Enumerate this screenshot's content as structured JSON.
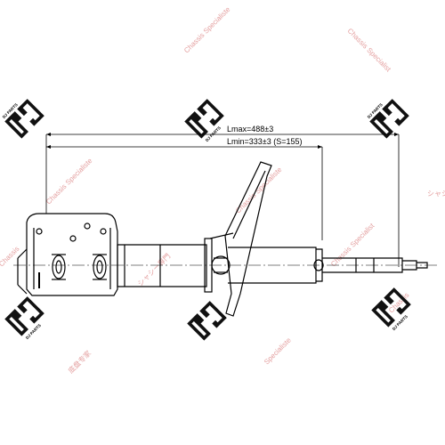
{
  "dimensions": {
    "lmax": "Lmax=488±3",
    "lmin": "Lmin=333±3 (S=155)"
  },
  "logo": {
    "caption": "DJ PARTS"
  },
  "watermarks": {
    "chassis_specialiste": "Chassis Specialiste",
    "chassis": "Chassis",
    "specialiste": "Specialiste",
    "chassis_specialist": "Chassis Specialist",
    "fr_chassis": "Chassis Specialiste",
    "cjk": "シャシー専門",
    "cn": "底盘专家"
  }
}
